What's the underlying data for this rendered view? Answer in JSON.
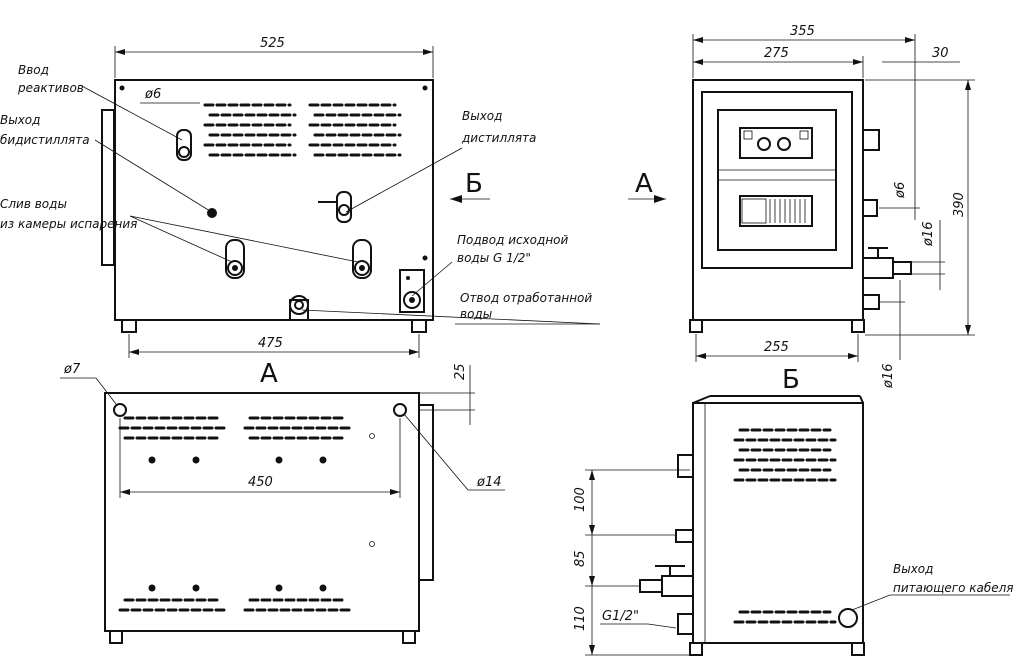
{
  "front": {
    "dim_width": "525",
    "dim_feet": "475",
    "dim_hole": "ø6",
    "view_arrow_label": "Б",
    "callouts": {
      "reagent_inlet": [
        "Ввод",
        "реактивов"
      ],
      "bidistillate_outlet": [
        "Выход",
        "бидистиллята"
      ],
      "drain": [
        "Слив воды",
        "из камеры испарения"
      ],
      "distillate_outlet": [
        "Выход",
        "дистиллята"
      ],
      "water_supply": [
        "Подвод исходной",
        "воды G 1/2\""
      ],
      "waste_water": [
        "Отвод отработанной",
        "воды"
      ]
    }
  },
  "bottom": {
    "view_label": "А",
    "dim_hole_small": "ø7",
    "dim_hole_large": "ø14",
    "dim_offset": "25",
    "dim_holes_spacing": "450"
  },
  "side": {
    "view_arrow_label": "А",
    "dim_total": "355",
    "dim_body": "275",
    "dim_protrusion": "30",
    "dim_height": "390",
    "dim_pipe_small": "ø6",
    "dim_pipe_mid": "ø16",
    "dim_pipe_low": "ø16",
    "dim_feet": "255",
    "view_label": "Б"
  },
  "rear": {
    "dim_100": "100",
    "dim_85": "85",
    "dim_110": "110",
    "thread": "G1/2\"",
    "cable_outlet": [
      "Выход",
      "питающего кабеля"
    ]
  }
}
